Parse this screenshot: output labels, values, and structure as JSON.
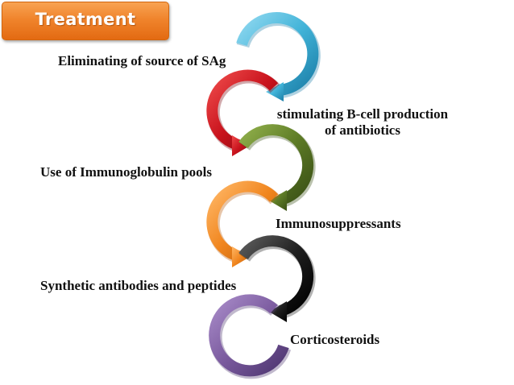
{
  "title": "Treatment",
  "steps": [
    {
      "label": "Eliminating of source of SAg",
      "color": "#41b3d8"
    },
    {
      "label_line1": "stimulating B-cell production",
      "label_line2": "of antibiotics",
      "color": "#c8121c"
    },
    {
      "label": "Use of Immunoglobulin pools",
      "color": "#5c7a25"
    },
    {
      "label": "Immunosuppressants",
      "color": "#f0851e"
    },
    {
      "label": "Synthetic antibodies and peptides",
      "color": "#1e1e1e"
    },
    {
      "label": "Corticosteroids",
      "color": "#7a5a9e"
    }
  ],
  "colors": {
    "title_bg": "#f0842c",
    "text": "#111111"
  }
}
